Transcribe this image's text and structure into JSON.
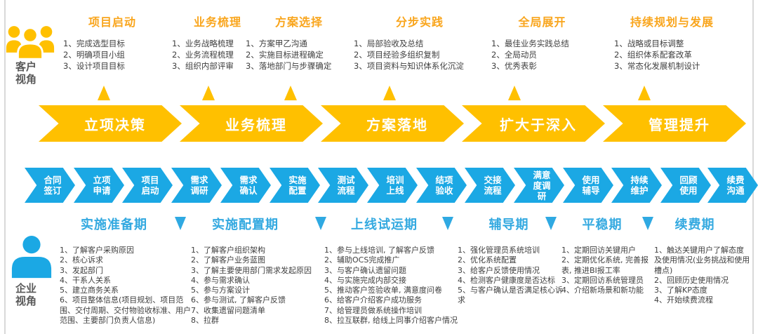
{
  "colors": {
    "yellow": "#FFC000",
    "orange_title": "#F9A51C",
    "blue": "#1BA8E4",
    "period_blue": "#33A9E0",
    "text": "#3F3F3F",
    "label": "#595959"
  },
  "customer": {
    "label": "客户\n视角",
    "icon": "customer-group-icon",
    "sections": [
      {
        "title": "项目启动",
        "items": [
          "1、完成选型目标",
          "2、明确项目小组",
          "3、设计项目目标"
        ]
      },
      {
        "title": "业务梳理",
        "items": [
          "1、业务战略梳理",
          "2、业务流程梳理",
          "3、组织内部评审"
        ]
      },
      {
        "title": "方案选择",
        "items": [
          "1、方案甲乙沟通",
          "2、实施目标进程确定",
          "3、落地部门与步骤确定"
        ]
      },
      {
        "title": "分步实践",
        "items": [
          "1、局部验收及总结",
          "2、项目经验多组织复制",
          "3、项目资料与知识体系化沉淀"
        ]
      },
      {
        "title": "全局展开",
        "items": [
          "1、最佳业务实践总结",
          "2、全局动员",
          "3、优秀表彰"
        ]
      },
      {
        "title": "持续规划与发展",
        "items": [
          "1、战略或目标调整",
          "2、组织体系配套改革",
          "3、常态化发展机制设计"
        ]
      }
    ]
  },
  "phase_arrows": [
    "立项决策",
    "业务梳理",
    "方案落地",
    "扩大于深入",
    "管理提升"
  ],
  "process_steps": [
    "合同\n签订",
    "立项\n申请",
    "项目\n启动",
    "需求\n调研",
    "需求\n确认",
    "实施\n配置",
    "测试\n流程",
    "培训\n上线",
    "结项\n验收",
    "交接\n流程",
    "满意\n度调\n研",
    "使用\n辅导",
    "持续\n维护",
    "回顾\n使用",
    "续费\n沟通"
  ],
  "enterprise": {
    "label": "企业\n视角",
    "icon": "person-icon",
    "periods": [
      "实施准备期",
      "实施配置期",
      "上线试运期",
      "辅导期",
      "平稳期",
      "续费期"
    ],
    "sections": [
      {
        "items": [
          "1、了解客户采购原因",
          "2、核心诉求",
          "3、发起部门",
          "4、干系人关系",
          "5、建立商务关系",
          "6、项目整体信息(项目规划、项目范围、交付周期、交付物验收标准、用户范围、主要部门负责人信息)"
        ]
      },
      {
        "items": [
          "1、了解客户组织架构",
          "2、了解客户业务蓝图",
          "3、了解主要使用部门需求发起原因",
          "4、参与需求确认",
          "5、参与方案设计",
          "6、参与测试, 了解客户反馈",
          "7、收集遗留问题清单",
          "8、拉群"
        ]
      },
      {
        "items": [
          "1、参与上线培训, 了解客户反馈",
          "2、辅助OCS完成推广",
          "3、与客户确认遗留问题",
          "4、与实施完成内部交接",
          "5、推动客户签验收单, 满意度问卷",
          "6、给客户介绍客户成功服务",
          "7、给管理员做系统操作培训",
          "8、拉互联群, 给线上同事介绍客户情况"
        ]
      },
      {
        "items": [
          "1、强化管理员系统培训",
          "2、优化系统配置",
          "3、给客户反馈使用情况",
          "4、检测客户健康度是否达标",
          "5、与客户确认是否满足核心诉求"
        ]
      },
      {
        "items": [
          "1、定期回访关键用户",
          "2、定期优化系统, 完善报表, 推进BI报工率",
          "3、定期回访系统管理员",
          "4、介绍新场景和新功能"
        ]
      },
      {
        "items": [
          "1、触达关键用户了解态度及使用情况(业务挑战和使用槽点)",
          "2、回顾历史使用情况",
          "3、了解KP态度",
          "4、开始续费流程"
        ]
      }
    ]
  }
}
